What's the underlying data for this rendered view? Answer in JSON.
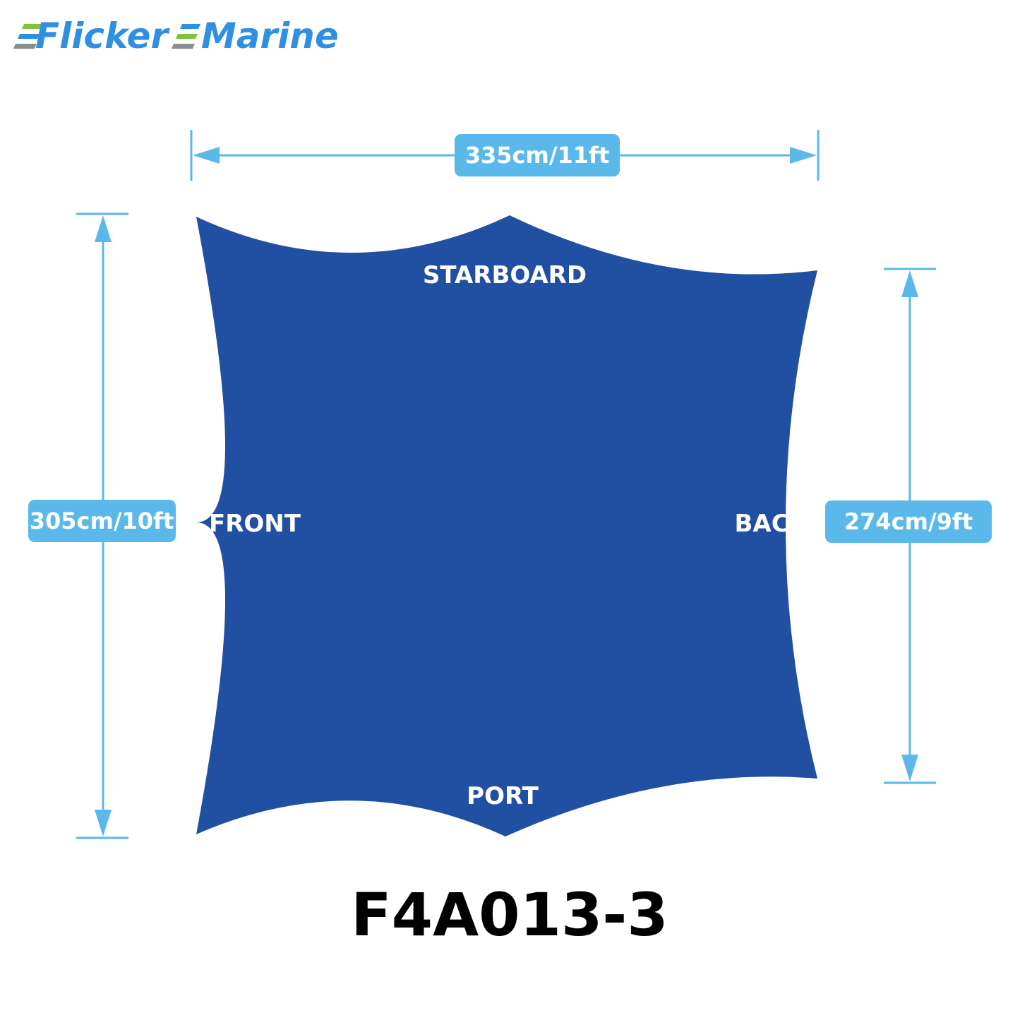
{
  "brand": {
    "name_part1": "Flicker",
    "name_part2": "Marine",
    "colors": {
      "text": "#2f8fe3",
      "speed_lines_green": "#7fc43b",
      "speed_lines_gray": "#8a8f94"
    }
  },
  "cover": {
    "color": "#2150a2",
    "labels": {
      "top": "STARBOARD",
      "left": "FRONT",
      "right": "BACK",
      "bottom": "PORT"
    }
  },
  "dimensions": {
    "color": "#5bb8ea",
    "width": "335cm/11ft",
    "left_height": "305cm/10ft",
    "right_height": "274cm/9ft"
  },
  "model": "F4A013-3"
}
